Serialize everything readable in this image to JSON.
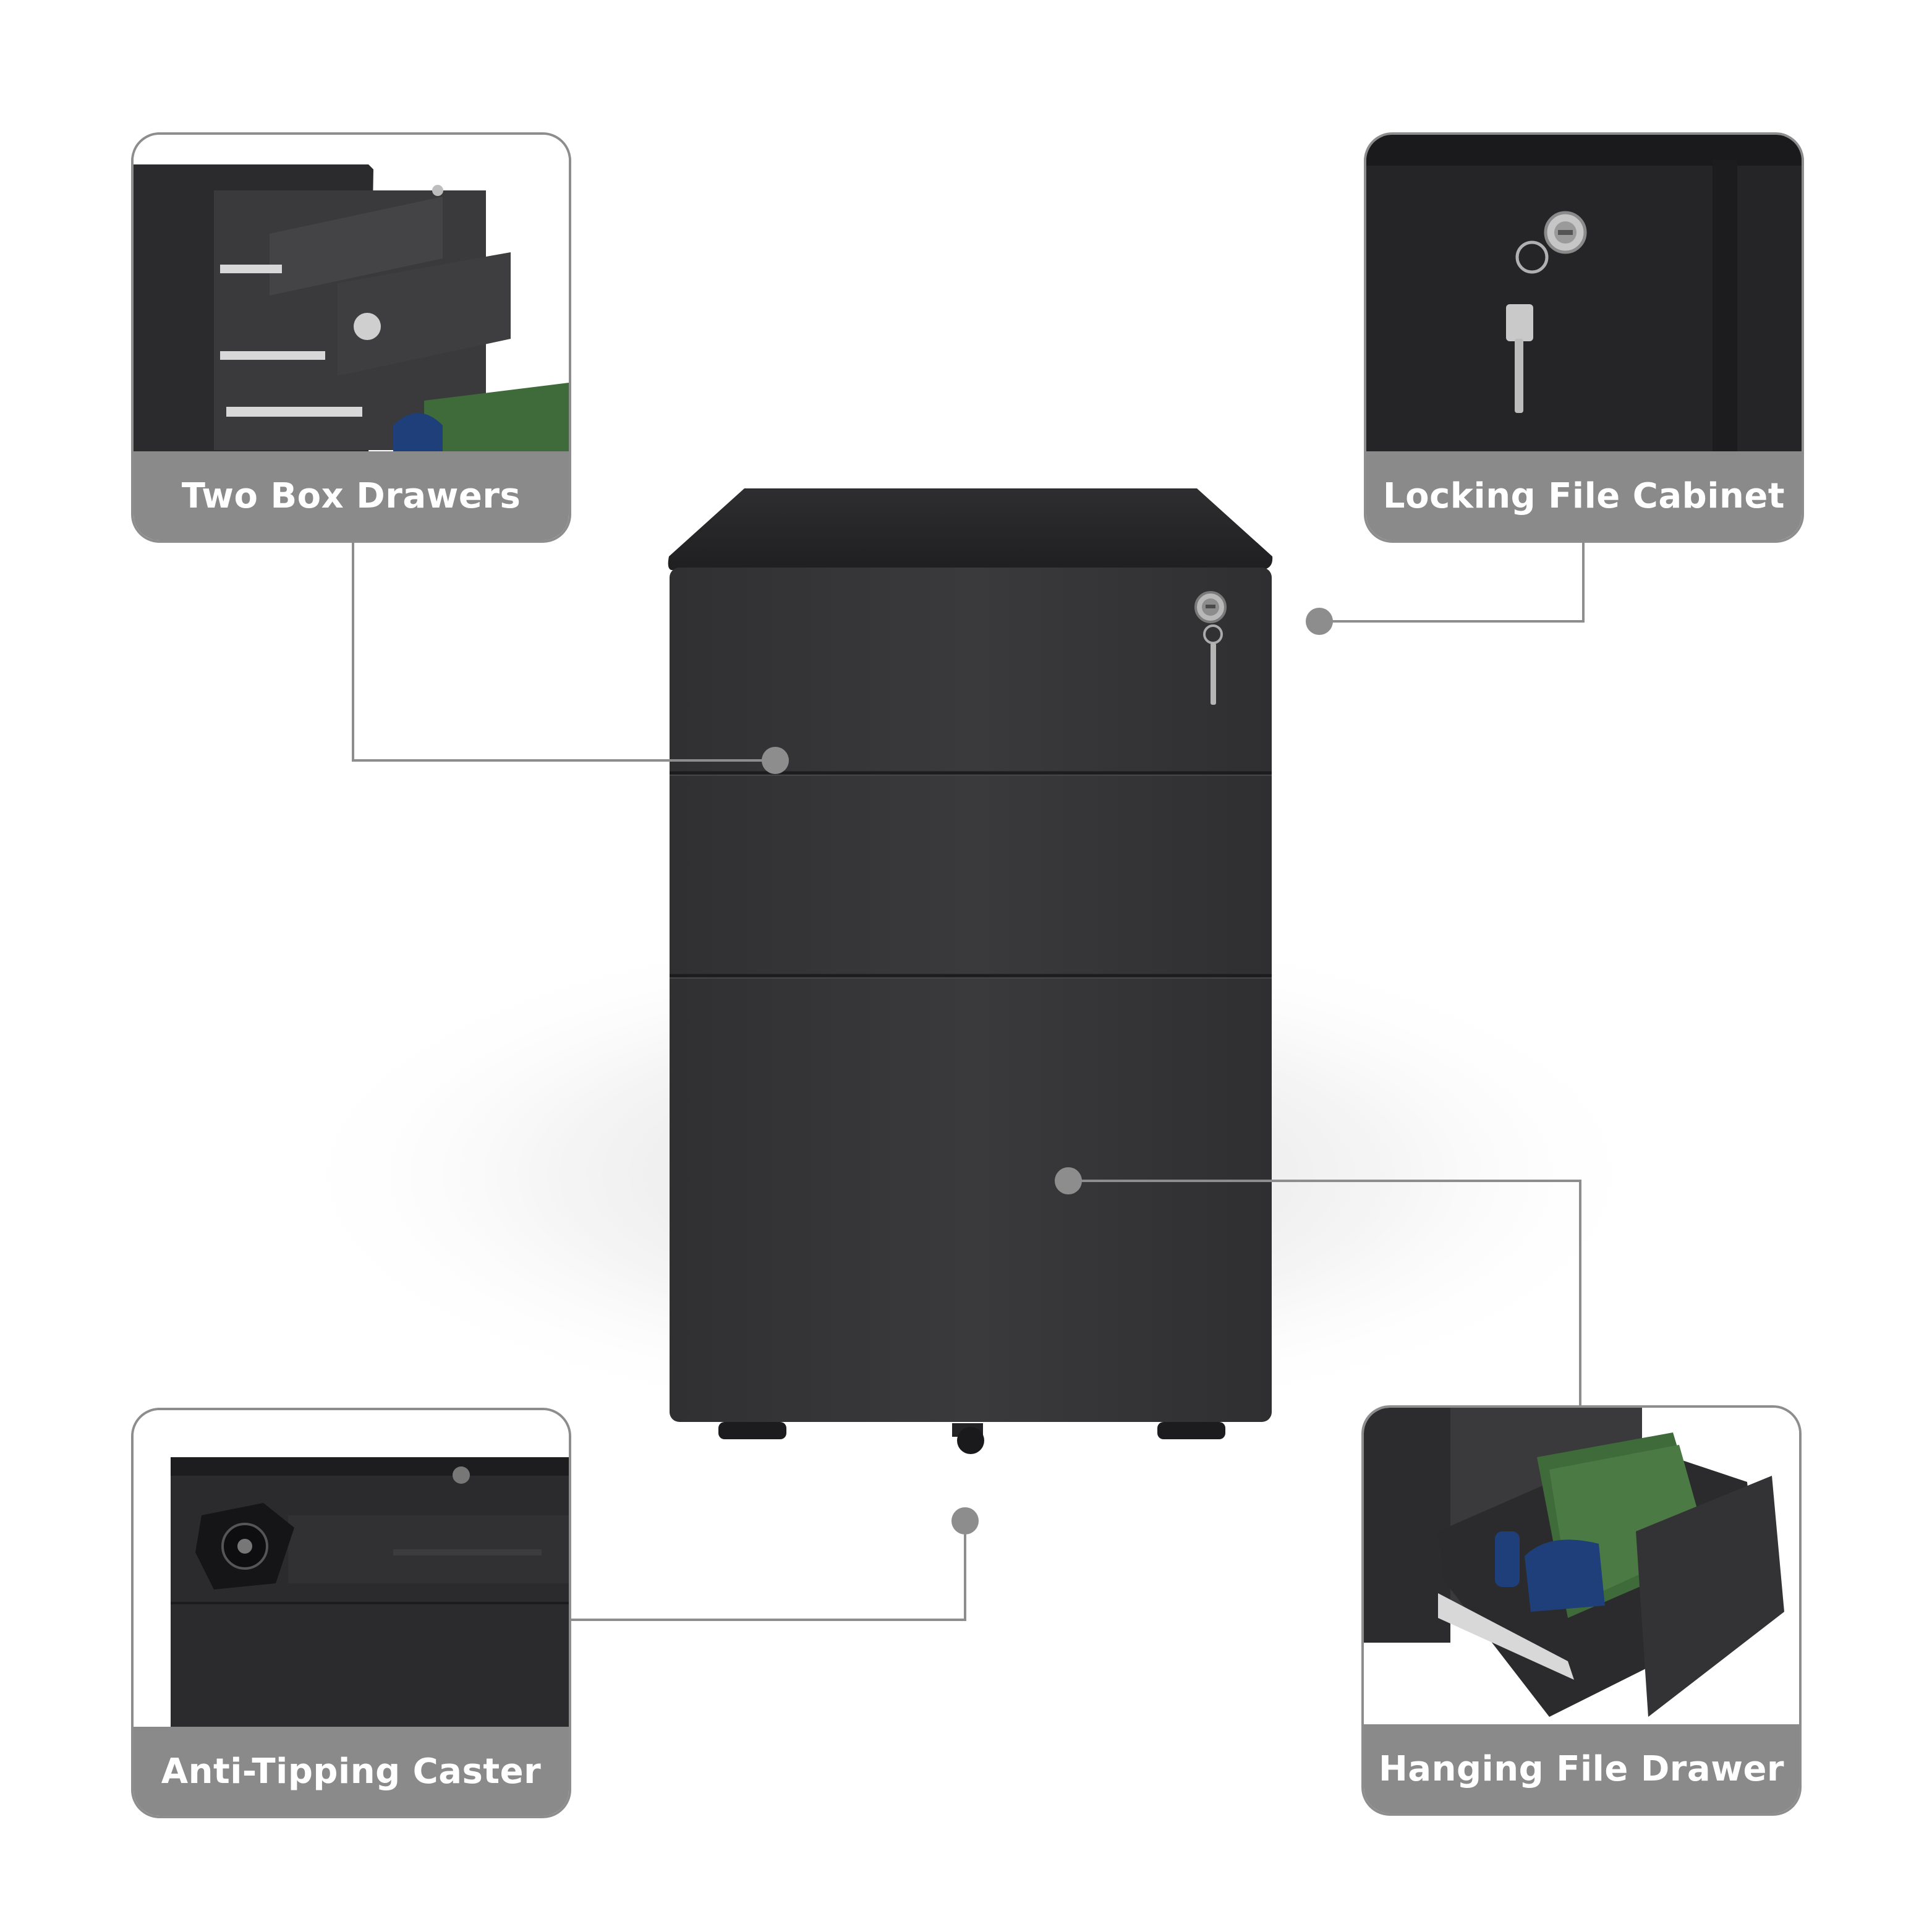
{
  "callouts": {
    "top_left": {
      "label": "Two Box Drawers"
    },
    "top_right": {
      "label": "Locking File Cabinet"
    },
    "bottom_left": {
      "label": "Anti-Tipping Caster"
    },
    "bottom_right": {
      "label": "Hanging File Drawer"
    }
  },
  "colors": {
    "cabinet_body": "#353537",
    "caption_bar": "#8a8a8a",
    "connector": "#8d8d8d",
    "folder_green": "#3f6b3a",
    "bottle_blue": "#1e3f7a",
    "background": "#ffffff"
  }
}
